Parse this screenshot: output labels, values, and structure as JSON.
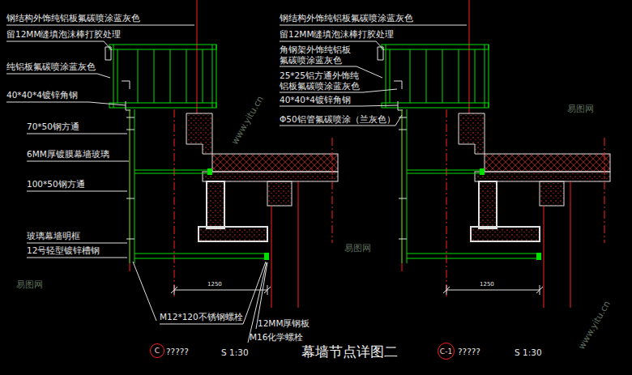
{
  "diagram": {
    "title": "幕墙节点详图二",
    "nodes": [
      {
        "text": [
          "C"
        ]
      },
      {
        "text": [
          "C-1"
        ]
      }
    ],
    "labels": [
      "钢结构外饰纯铝板氟碳喷涂蓝灰色",
      "留12MM缝填泡沫棒打胶处理",
      "纯铝板氟碳喷涂蓝灰色",
      "40*40*4镀锌角钢",
      "70*50钢方通",
      "6MM厚镀膜幕墙玻璃",
      "100*50钢方通",
      "玻璃幕墙明框",
      "12号轻型镀锌槽钢",
      "M12*120不锈钢螺栓",
      "12MM厚钢板",
      "M16化学螺栓",
      "?????",
      "S 1:30",
      "1250",
      "钢结构外饰纯铝板氟碳喷涂蓝灰色",
      "留12MM缝填泡沫棒打胶处理",
      "角钢架外饰纯铝板 氟碳喷涂蓝灰色",
      "25*25铝方通外饰纯 铝板氟碳喷涂蓝灰色",
      "40*40*4镀锌角钢",
      "Φ50铝管氟碳喷涂（兰灰色）",
      "?????",
      "S 1:30",
      "1250",
      "易图网",
      "易图网",
      "易图网",
      "www.yitu.cn",
      "www.yitu.cn"
    ]
  }
}
